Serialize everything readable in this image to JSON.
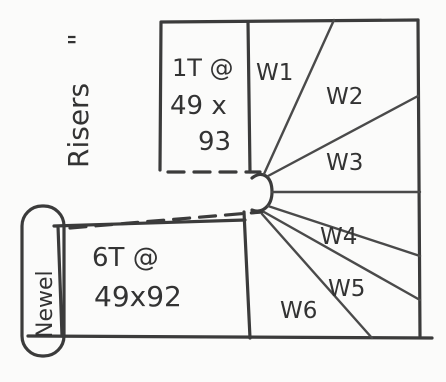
{
  "upper_flight": {
    "line1": "1T @",
    "line2": "49 x",
    "line3": "93"
  },
  "lower_flight": {
    "line1": "6T @",
    "line2": "49x92"
  },
  "side_label": "Risers",
  "side_mark": "\"",
  "newel_label": "Newel",
  "winders": [
    "W1",
    "W2",
    "W3",
    "W4",
    "W5",
    "W6"
  ]
}
